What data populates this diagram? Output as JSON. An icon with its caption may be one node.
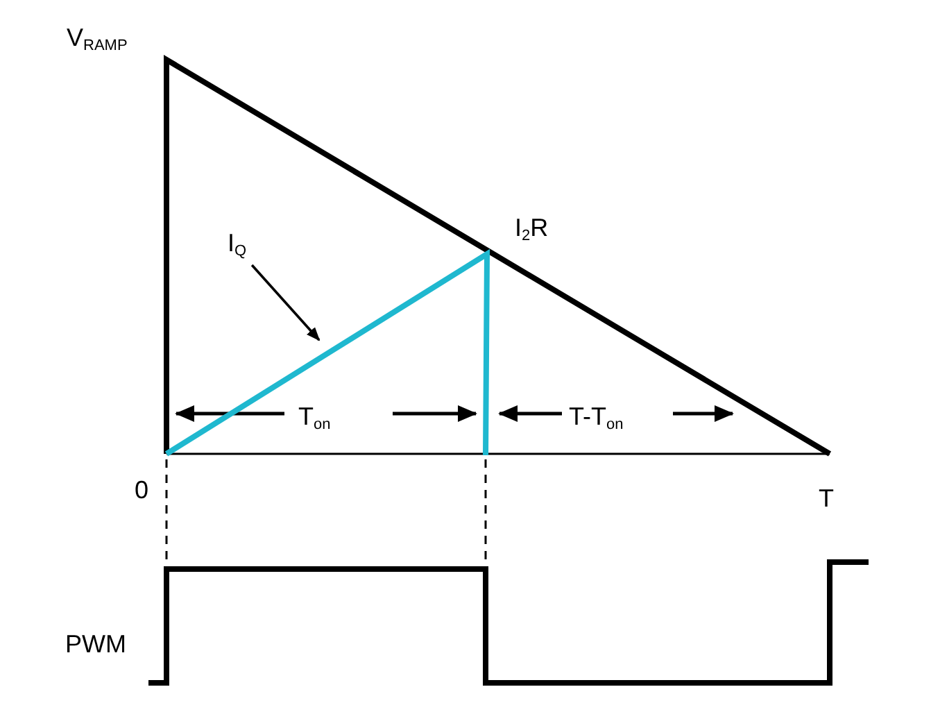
{
  "diagram": {
    "nodes": [
      {
        "text": [
          "I$_{Q}$"
        ]
      },
      {
        "text": [],
        "shape": "line"
      }
    ],
    "edges": [
      {
        "from": 0,
        "to": 1,
        "arrow": "to"
      }
    ],
    "labels": [
      "V$_{RAMP}$",
      "I$_{2}$R",
      "T$_{on}$",
      "T-T$_{on}$",
      "0",
      "T",
      "PWM"
    ]
  }
}
